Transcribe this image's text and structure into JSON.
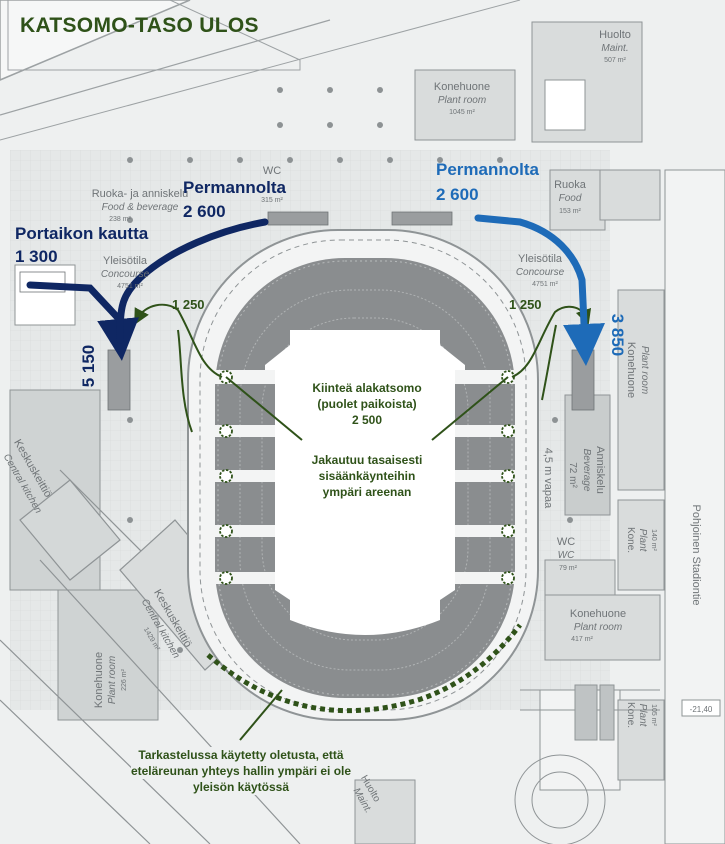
{
  "title": "KATSOMO-TASO ULOS",
  "flows": {
    "stairs": {
      "label": "Portaikon kautta",
      "count": "1 300"
    },
    "floor_left": {
      "label": "Permannolta",
      "count": "2 600"
    },
    "floor_right": {
      "label": "Permannolta",
      "count": "2 600"
    },
    "exit_west_total": "5 150",
    "exit_east_total": "3 850",
    "lower_west": "1 250",
    "lower_east": "1 250"
  },
  "notes": {
    "lower_stand": [
      "Kiinteä alakatsomo",
      "(puolet paikoista)",
      "2 500"
    ],
    "distributed": [
      "Jakautuu tasaisesti",
      "sisäänkäynteihin",
      "ympäri areenan"
    ],
    "assumption": [
      "Tarkastelussa käytetty oletusta, että",
      "eteläreunan yhteys hallin ympäri ei ole",
      "yleisön käytössä"
    ]
  },
  "rooms": {
    "huolto": [
      "Huolto",
      "Maint.",
      "507 m²"
    ],
    "konehuone_n": [
      "Konehuone",
      "Plant room",
      "1045 m²"
    ],
    "wc_n": [
      "WC",
      "315 m²"
    ],
    "ruoka_nw": [
      "Ruoka- ja anniskelu",
      "Food & beverage",
      "238 m²"
    ],
    "ruoka_ne": [
      "Ruoka",
      "Food",
      "153 m²"
    ],
    "concourse_w": [
      "Yleisötila",
      "Concourse",
      "4751 m²"
    ],
    "concourse_e": [
      "Yleisötila",
      "Concourse",
      "4751 m²"
    ],
    "konehuone_e": [
      "Konehuone",
      "Plant room"
    ],
    "anniskelu_e": [
      "Anniskelu",
      "Beverage",
      "72 m²"
    ],
    "clearance": "4,5 m vapaa",
    "wc_e": [
      "WC",
      "WC",
      "79 m²"
    ],
    "kone_e1": [
      "Kone.",
      "Plant",
      "140 m²"
    ],
    "konehuone_se": [
      "Konehuone",
      "Plant room",
      "417 m²"
    ],
    "keskuskeittio_w": [
      "Keskuskeittiö",
      "Central kitchen"
    ],
    "konehuone_sw": [
      "Konehuone",
      "Plant room",
      "226 m²"
    ],
    "keskuskeittio_sw": [
      "Keskuskeittiö",
      "Central kitchen",
      "1429 m²"
    ],
    "huolto_s": [
      "Huolto",
      "Maint."
    ],
    "kone_e2": [
      "Kone.",
      "Plant",
      "105 m²"
    ],
    "street": "Pohjoinen Stadiontie",
    "level": "-21,40"
  },
  "colors": {
    "navy": "#0f2763",
    "blue": "#1e6bb8",
    "green": "#2f5219",
    "plan_bg": "#e9ecec",
    "room": "#d6d9d9",
    "seats": "#8a8d8f"
  }
}
